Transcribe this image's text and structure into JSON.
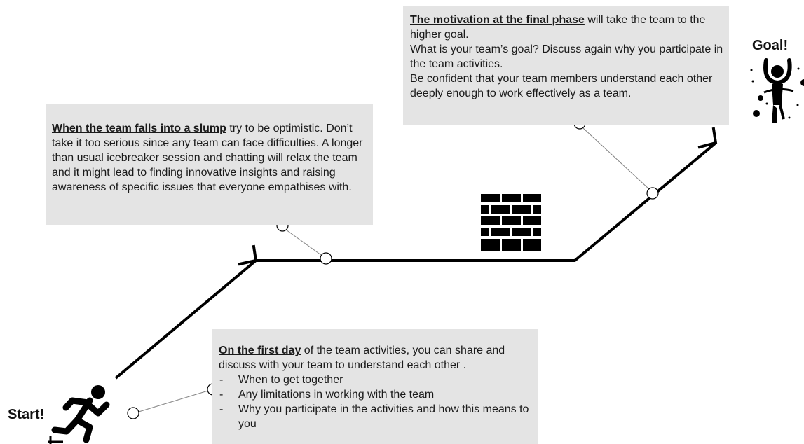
{
  "labels": {
    "start": "Start!",
    "goal": "Goal!"
  },
  "boxes": {
    "slump": {
      "lead": "When the team falls into a slump",
      "text": " try to be optimistic. Don’t take it too serious since any team can face difficulties. A longer than usual icebreaker session and chatting will relax the team and it might lead to finding innovative  insights and raising awareness of specific issues that everyone  empathises with."
    },
    "final": {
      "lead": "The motivation at the final phase",
      "text": " will take the team to the higher goal.",
      "line2": "What is your team’s goal? Discuss again why you participate in the team activities.",
      "line3": "Be confident that your team members understand each other deeply enough to work effectively as a team."
    },
    "first": {
      "lead": "On the first day",
      "text": " of the team activities, you can share and discuss with your team to understand each other .",
      "items": [
        "When to get together",
        "Any limitations in working with the team",
        "Why you participate in the activities and how this means to you"
      ]
    }
  },
  "icons": {
    "runner": "running-person-icon",
    "obstacle": "brick-wall-icon",
    "goal": "goal-celebration-icon"
  },
  "colors": {
    "box_background": "#e4e4e4",
    "path": "#000000",
    "connector": "#808080"
  }
}
